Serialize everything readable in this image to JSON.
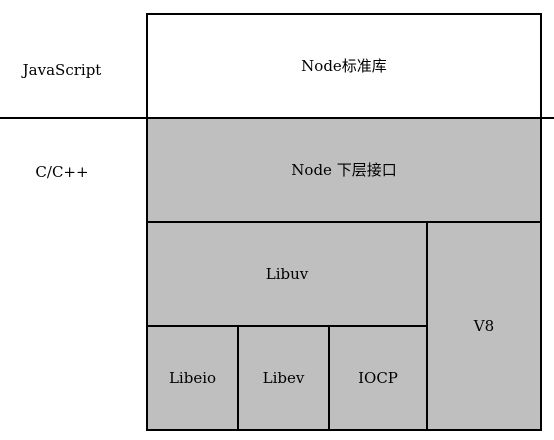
{
  "layers": {
    "javascript": "JavaScript",
    "cpp": "C/C++"
  },
  "blocks": {
    "node_std": "Node标准库",
    "node_lower": "Node 下层接口",
    "libuv": "Libuv",
    "v8": "V8",
    "libeio": "Libeio",
    "libev": "Libev",
    "iocp": "IOCP"
  },
  "colors": {
    "fill_gray": "#bfbfbf",
    "fill_white": "#ffffff",
    "line": "#000000"
  }
}
